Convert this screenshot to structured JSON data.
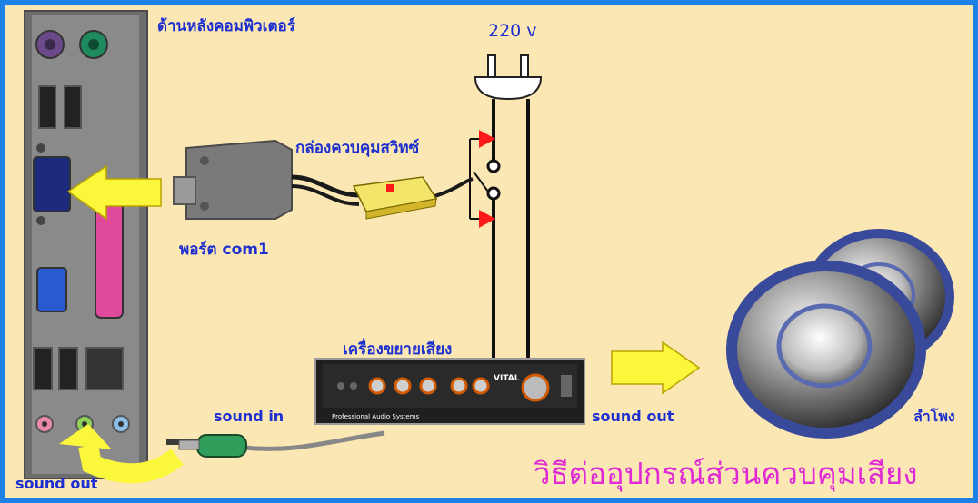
{
  "labels": {
    "computer_back": "ด้านหลังคอมพิวเตอร์",
    "voltage": "220 v",
    "switch_box": "กล่องควบคุมสวิทซ์",
    "com_port": "พอร์ต  com1",
    "amplifier": "เครื่องขยายเสียง",
    "sound_in": "sound in",
    "sound_out_amp": "sound out",
    "sound_out_pc": "sound out",
    "speaker": "ลำโพง",
    "title": "วิธีต่ออุปกรณ์ส่วนควบคุมเสียง"
  },
  "amp_panel": {
    "brand": "VITAL",
    "caption": "Professional Audio Systems"
  },
  "colors": {
    "border": "#1e7fe6",
    "background": "#fbe7b3",
    "label_text": "#1d2fd0",
    "title_text": "#e02ad6",
    "arrow": "#fbf73b",
    "pointer": "#ff1a1a"
  }
}
